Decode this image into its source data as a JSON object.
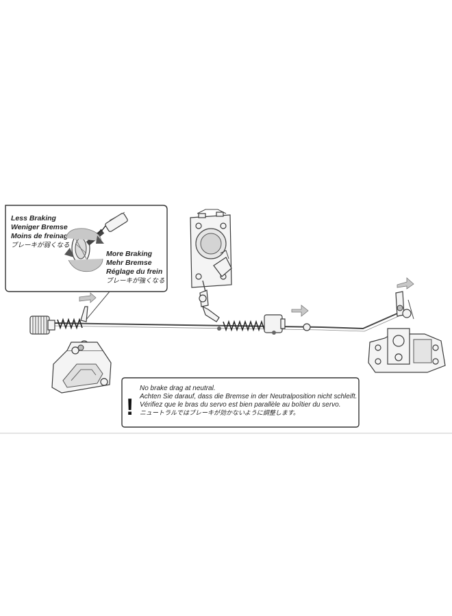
{
  "inset": {
    "less_braking": [
      "Less Braking",
      "Weniger Bremse",
      "Moins de freinage",
      "ブレーキが弱くなる"
    ],
    "more_braking": [
      "More Braking",
      "Mehr Bremse",
      "Réglage du frein",
      "ブレーキが強くなる"
    ]
  },
  "note": {
    "mark": "!",
    "lines": [
      "No brake drag at neutral.",
      "Achten Sie darauf, dass die Bremse in der Neutralposition nicht schleift.",
      "Vérifiez que le bras du servo est bien parallèle au boîtier du servo.",
      "ニュートラルではブレーキが効かないように調整します。"
    ]
  }
}
